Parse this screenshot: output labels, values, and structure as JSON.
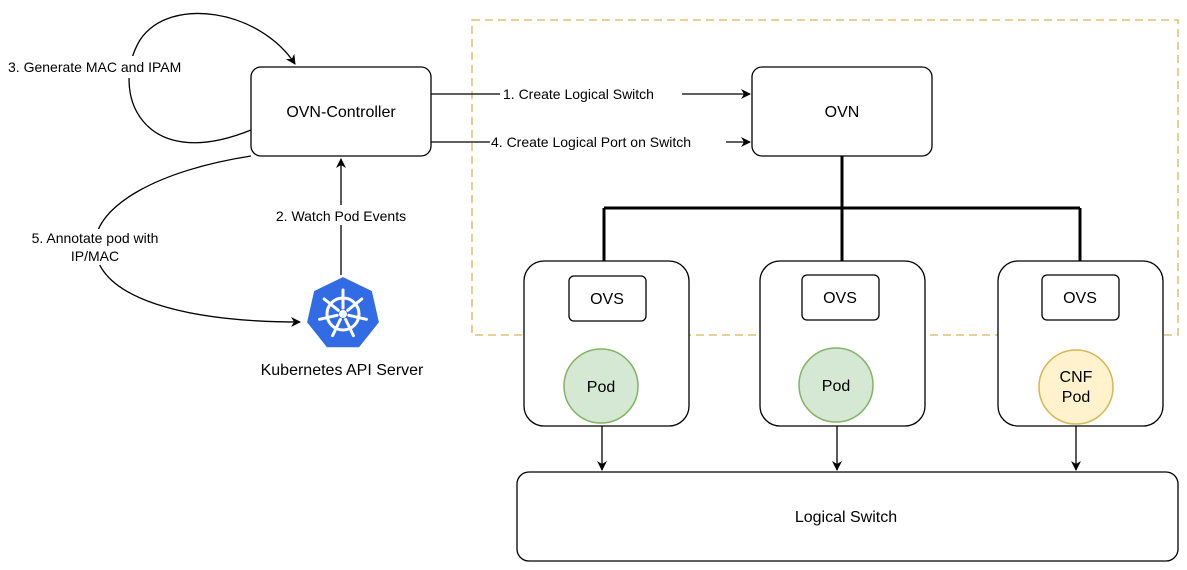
{
  "nodes": {
    "ovn_controller": "OVN-Controller",
    "ovn": "OVN",
    "k8s_api": "Kubernetes API Server",
    "logical_switch": "Logical Switch",
    "ovs": [
      "OVS",
      "OVS",
      "OVS"
    ],
    "pod_1": "Pod",
    "pod_2": "Pod",
    "cnf_pod": [
      "CNF",
      "Pod"
    ]
  },
  "edges": {
    "create_switch": "1. Create Logical Switch",
    "watch_events": "2. Watch Pod Events",
    "generate_mac": "3. Generate MAC and IPAM",
    "create_port": "4. Create Logical Port on Switch",
    "annotate": [
      "5. Annotate pod with",
      "IP/MAC"
    ]
  },
  "colors": {
    "dashed_region": "#d6b656",
    "pod_fill": "#d5e8d4",
    "pod_stroke": "#82b366",
    "cnf_fill": "#fff2cc",
    "cnf_stroke": "#d6b656",
    "k8s_blue": "#326ce5"
  },
  "icons": {
    "k8s": "kubernetes-helm-wheel-icon"
  }
}
